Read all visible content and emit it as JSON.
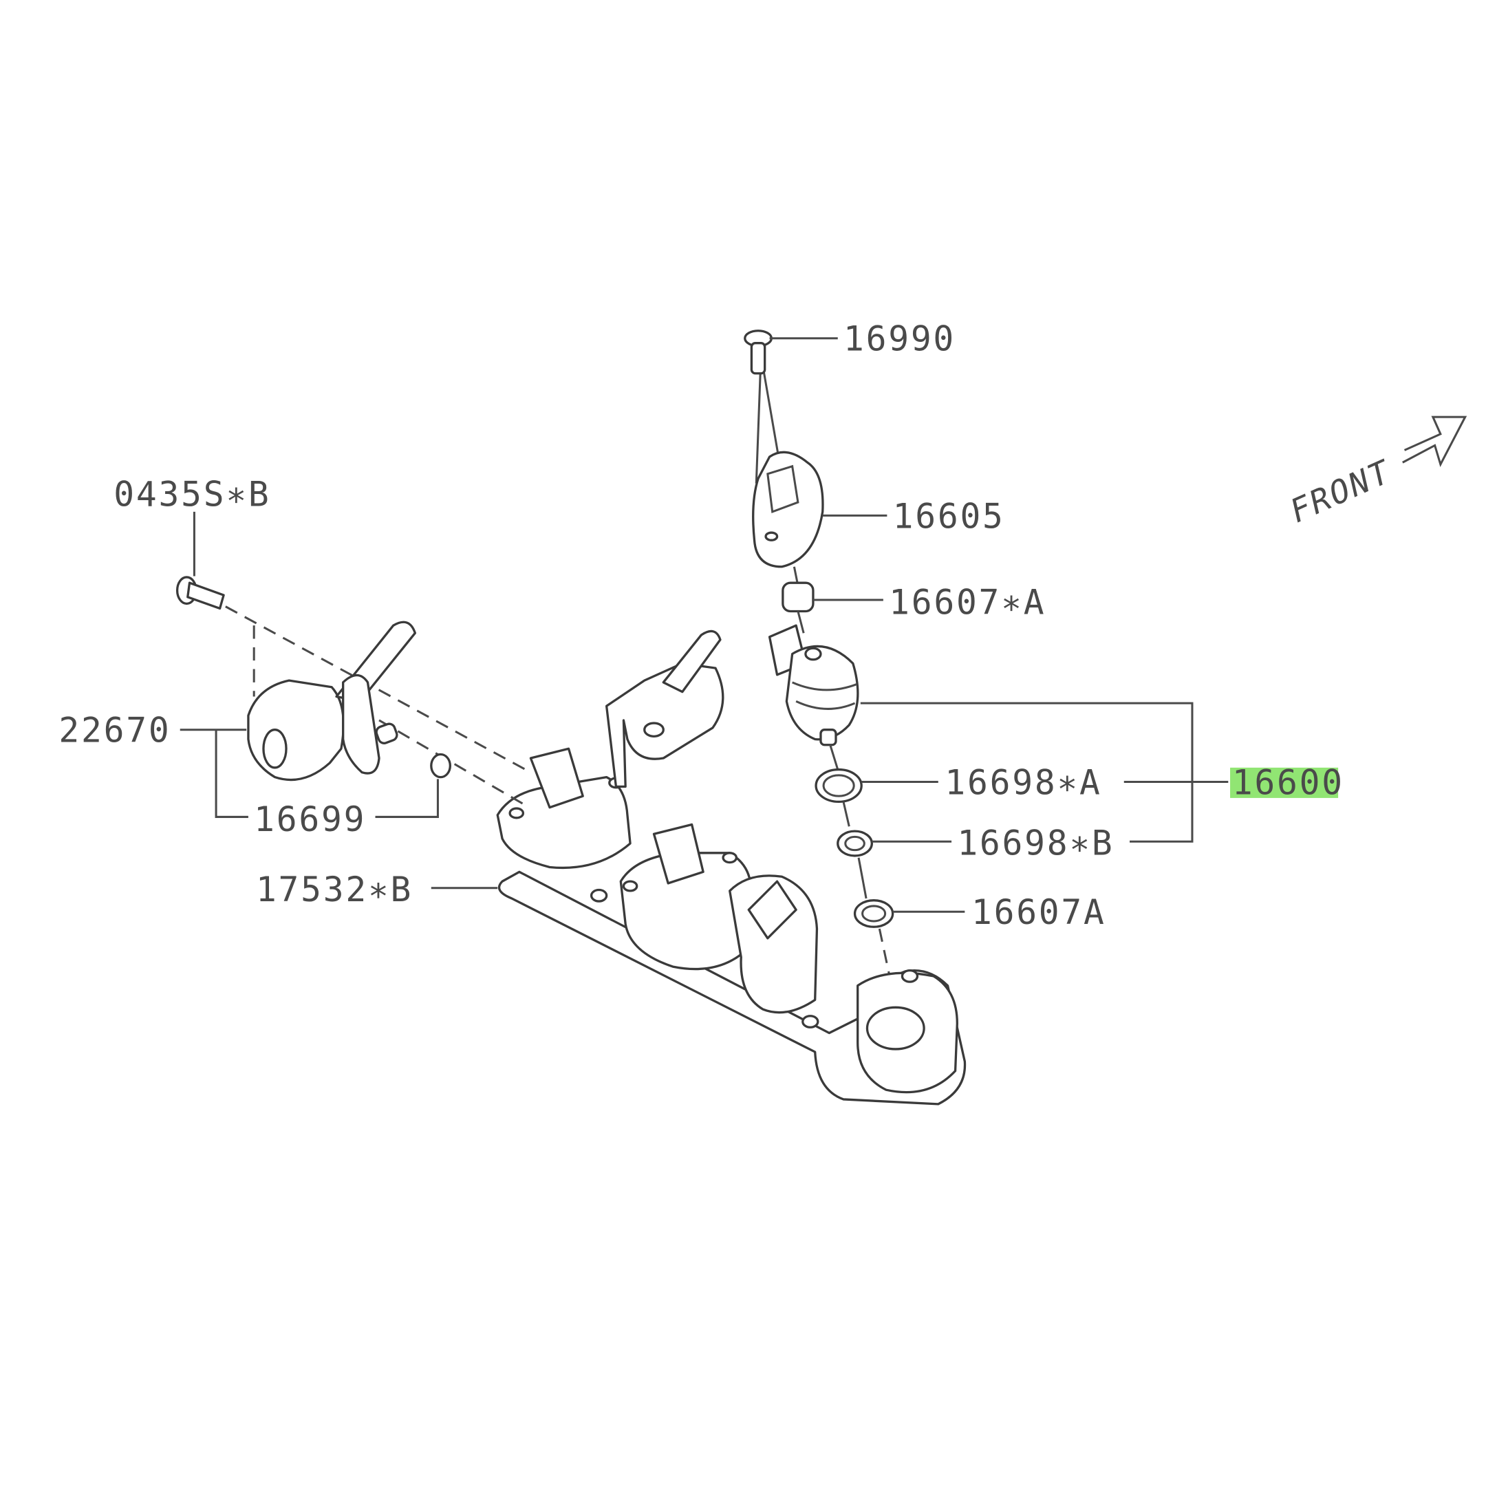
{
  "diagram": {
    "orientation_label": "FRONT",
    "highlight_color": "#7ee05a",
    "callouts": [
      {
        "id": "16990",
        "text": "16990"
      },
      {
        "id": "16605",
        "text": "16605"
      },
      {
        "id": "16607-star-a",
        "text": "16607∗A"
      },
      {
        "id": "16698-star-a",
        "text": "16698∗A"
      },
      {
        "id": "16698-star-b",
        "text": "16698∗B"
      },
      {
        "id": "16607a",
        "text": "16607A"
      },
      {
        "id": "16600",
        "text": "16600",
        "highlighted": true
      },
      {
        "id": "0435s-star-b",
        "text": "0435S∗B"
      },
      {
        "id": "22670",
        "text": "22670"
      },
      {
        "id": "16699",
        "text": "16699"
      },
      {
        "id": "17532-star-b",
        "text": "17532∗B"
      }
    ]
  }
}
